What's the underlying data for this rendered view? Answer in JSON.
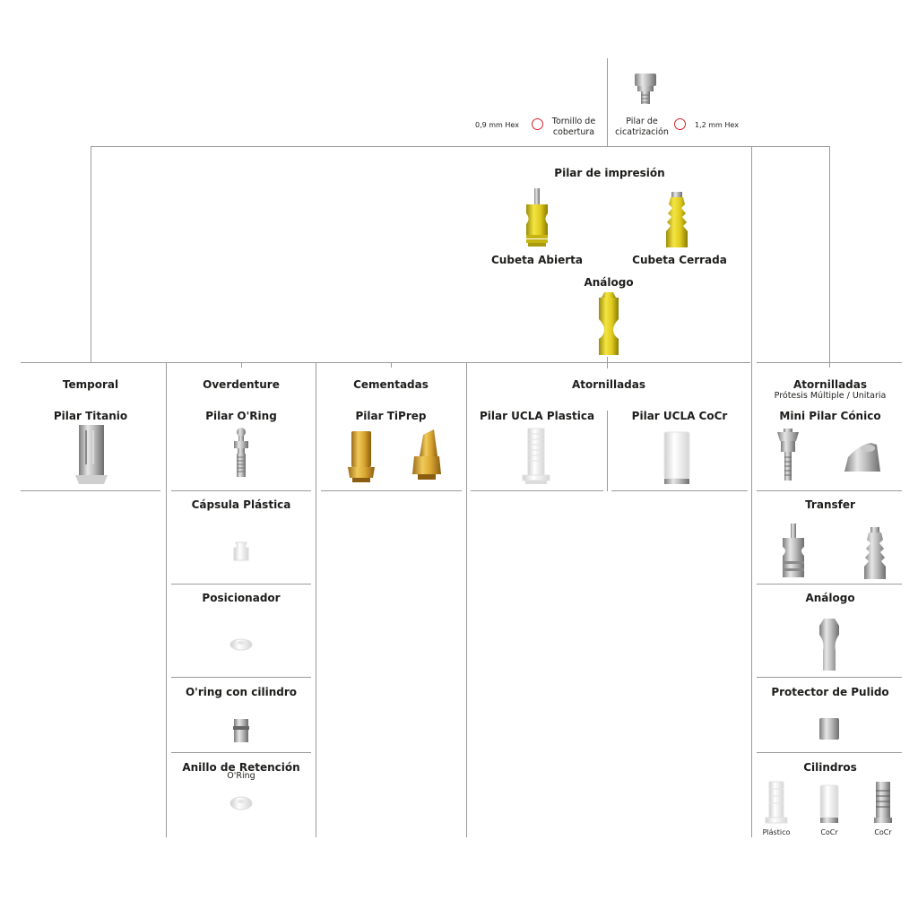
{
  "colors": {
    "line": "#9a9a9a",
    "accent": "#d6242e",
    "yellow": "#e8d22a",
    "gold": "#d8a431",
    "metal": "#b8b8b8",
    "white": "#f2f2f2"
  },
  "top": {
    "hex_left": "0,9 mm Hex",
    "screw_label": "Tornillo de\ncobertura",
    "healing_label": "Pilar de\ncicatrización",
    "hex_right": "1,2 mm Hex"
  },
  "impression": {
    "title": "Pilar de impresión",
    "open_tray": "Cubeta Abierta",
    "closed_tray": "Cubeta Cerrada",
    "analog": "Análogo"
  },
  "columns": {
    "temporal": {
      "title": "Temporal",
      "item": "Pilar Titanio"
    },
    "overdenture": {
      "title": "Overdenture",
      "items": [
        "Pilar O'Ring",
        "Cápsula Plástica",
        "Posicionador",
        "O'ring con cilindro",
        "Anillo de Retención"
      ],
      "subtitle_last": "O'Ring"
    },
    "cementadas": {
      "title": "Cementadas",
      "item": "Pilar TiPrep"
    },
    "atornilladas": {
      "title": "Atornilladas",
      "left": "Pilar UCLA Plastica",
      "right": "Pilar UCLA CoCr"
    },
    "multi": {
      "title": "Atornilladas",
      "subtitle": "Prótesis Múltiple / Unitaria",
      "items": [
        "Mini Pilar Cónico",
        "Transfer",
        "Análogo",
        "Protector de Pulido",
        "Cilindros"
      ],
      "cylinders": [
        "Plástico",
        "CoCr",
        "CoCr"
      ]
    }
  }
}
